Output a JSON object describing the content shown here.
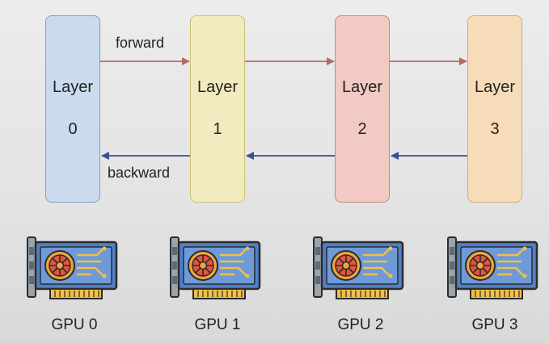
{
  "labels": {
    "forward": "forward",
    "backward": "backward"
  },
  "layers": [
    {
      "title": "Layer",
      "num": "0",
      "fill": "#c9dbed",
      "stroke": "#7f9fc4"
    },
    {
      "title": "Layer",
      "num": "1",
      "fill": "#f3ebc0",
      "stroke": "#cbbf72"
    },
    {
      "title": "Layer",
      "num": "2",
      "fill": "#f2c9c3",
      "stroke": "#c7877f"
    },
    {
      "title": "Layer",
      "num": "3",
      "fill": "#f7dcba",
      "stroke": "#d1ab79"
    }
  ],
  "gpus": [
    {
      "label": "GPU 0"
    },
    {
      "label": "GPU 1"
    },
    {
      "label": "GPU 2"
    },
    {
      "label": "GPU 3"
    }
  ],
  "colors": {
    "forward_arrow": "#b56b63",
    "backward_arrow": "#3c4e96"
  }
}
